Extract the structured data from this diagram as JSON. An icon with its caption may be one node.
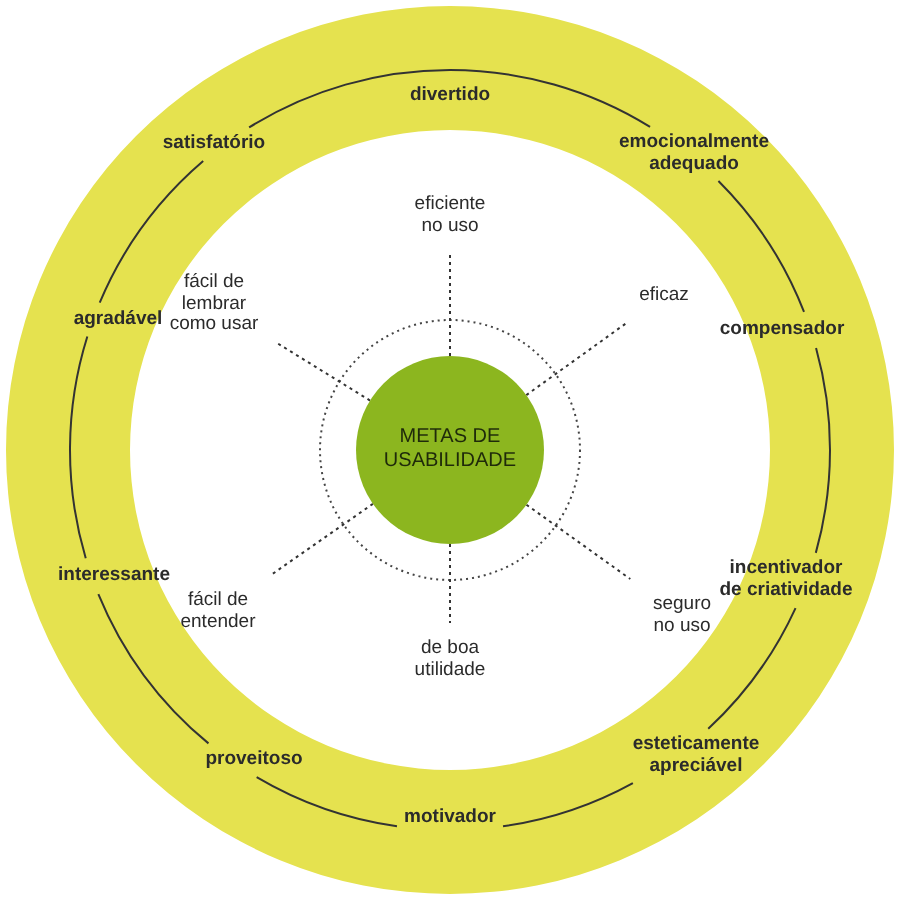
{
  "diagram": {
    "nodes": [
      {
        "text": [
          "METAS DE USABILIDADE"
        ]
      },
      {
        "text": [
          "divertido"
        ]
      },
      {
        "text": [
          "satisfatório"
        ]
      },
      {
        "text": [
          "emocionalmente adequado"
        ]
      },
      {
        "text": [
          "eficiente no uso"
        ]
      },
      {
        "text": [
          "fácil de lembrar como usar"
        ]
      },
      {
        "text": [
          "eficaz"
        ]
      },
      {
        "text": [
          "agradável"
        ]
      },
      {
        "text": [
          "compensador"
        ]
      },
      {
        "text": [
          "interessante"
        ]
      },
      {
        "text": [
          "incentivador de criatividade"
        ]
      },
      {
        "text": [
          "fácil de entender"
        ]
      },
      {
        "text": [
          "seguro no uso"
        ]
      },
      {
        "text": [
          "de boa utilidade"
        ]
      },
      {
        "text": [
          "proveitoso"
        ]
      },
      {
        "text": [
          "esteticamente apreciável"
        ]
      },
      {
        "text": [
          "motivador"
        ]
      }
    ],
    "edges": [
      {
        "from": 0,
        "to": 4,
        "arrow": "none",
        "style": "dashed"
      },
      {
        "from": 0,
        "to": 6,
        "arrow": "none",
        "style": "dashed"
      },
      {
        "from": 0,
        "to": 12,
        "arrow": "none",
        "style": "dashed"
      },
      {
        "from": 0,
        "to": 13,
        "arrow": "none",
        "style": "dashed"
      },
      {
        "from": 0,
        "to": 11,
        "arrow": "none",
        "style": "dashed"
      },
      {
        "from": 0,
        "to": 5,
        "arrow": "none",
        "style": "dashed"
      },
      {
        "from": 1,
        "to": 3,
        "arrow": "none"
      },
      {
        "from": 3,
        "to": 8,
        "arrow": "none"
      },
      {
        "from": 8,
        "to": 10,
        "arrow": "none"
      },
      {
        "from": 10,
        "to": 15,
        "arrow": "none"
      },
      {
        "from": 15,
        "to": 16,
        "arrow": "none"
      },
      {
        "from": 16,
        "to": 14,
        "arrow": "none"
      },
      {
        "from": 14,
        "to": 9,
        "arrow": "none"
      },
      {
        "from": 9,
        "to": 7,
        "arrow": "none"
      },
      {
        "from": 7,
        "to": 2,
        "arrow": "none"
      },
      {
        "from": 2,
        "to": 1,
        "arrow": "none"
      }
    ]
  }
}
